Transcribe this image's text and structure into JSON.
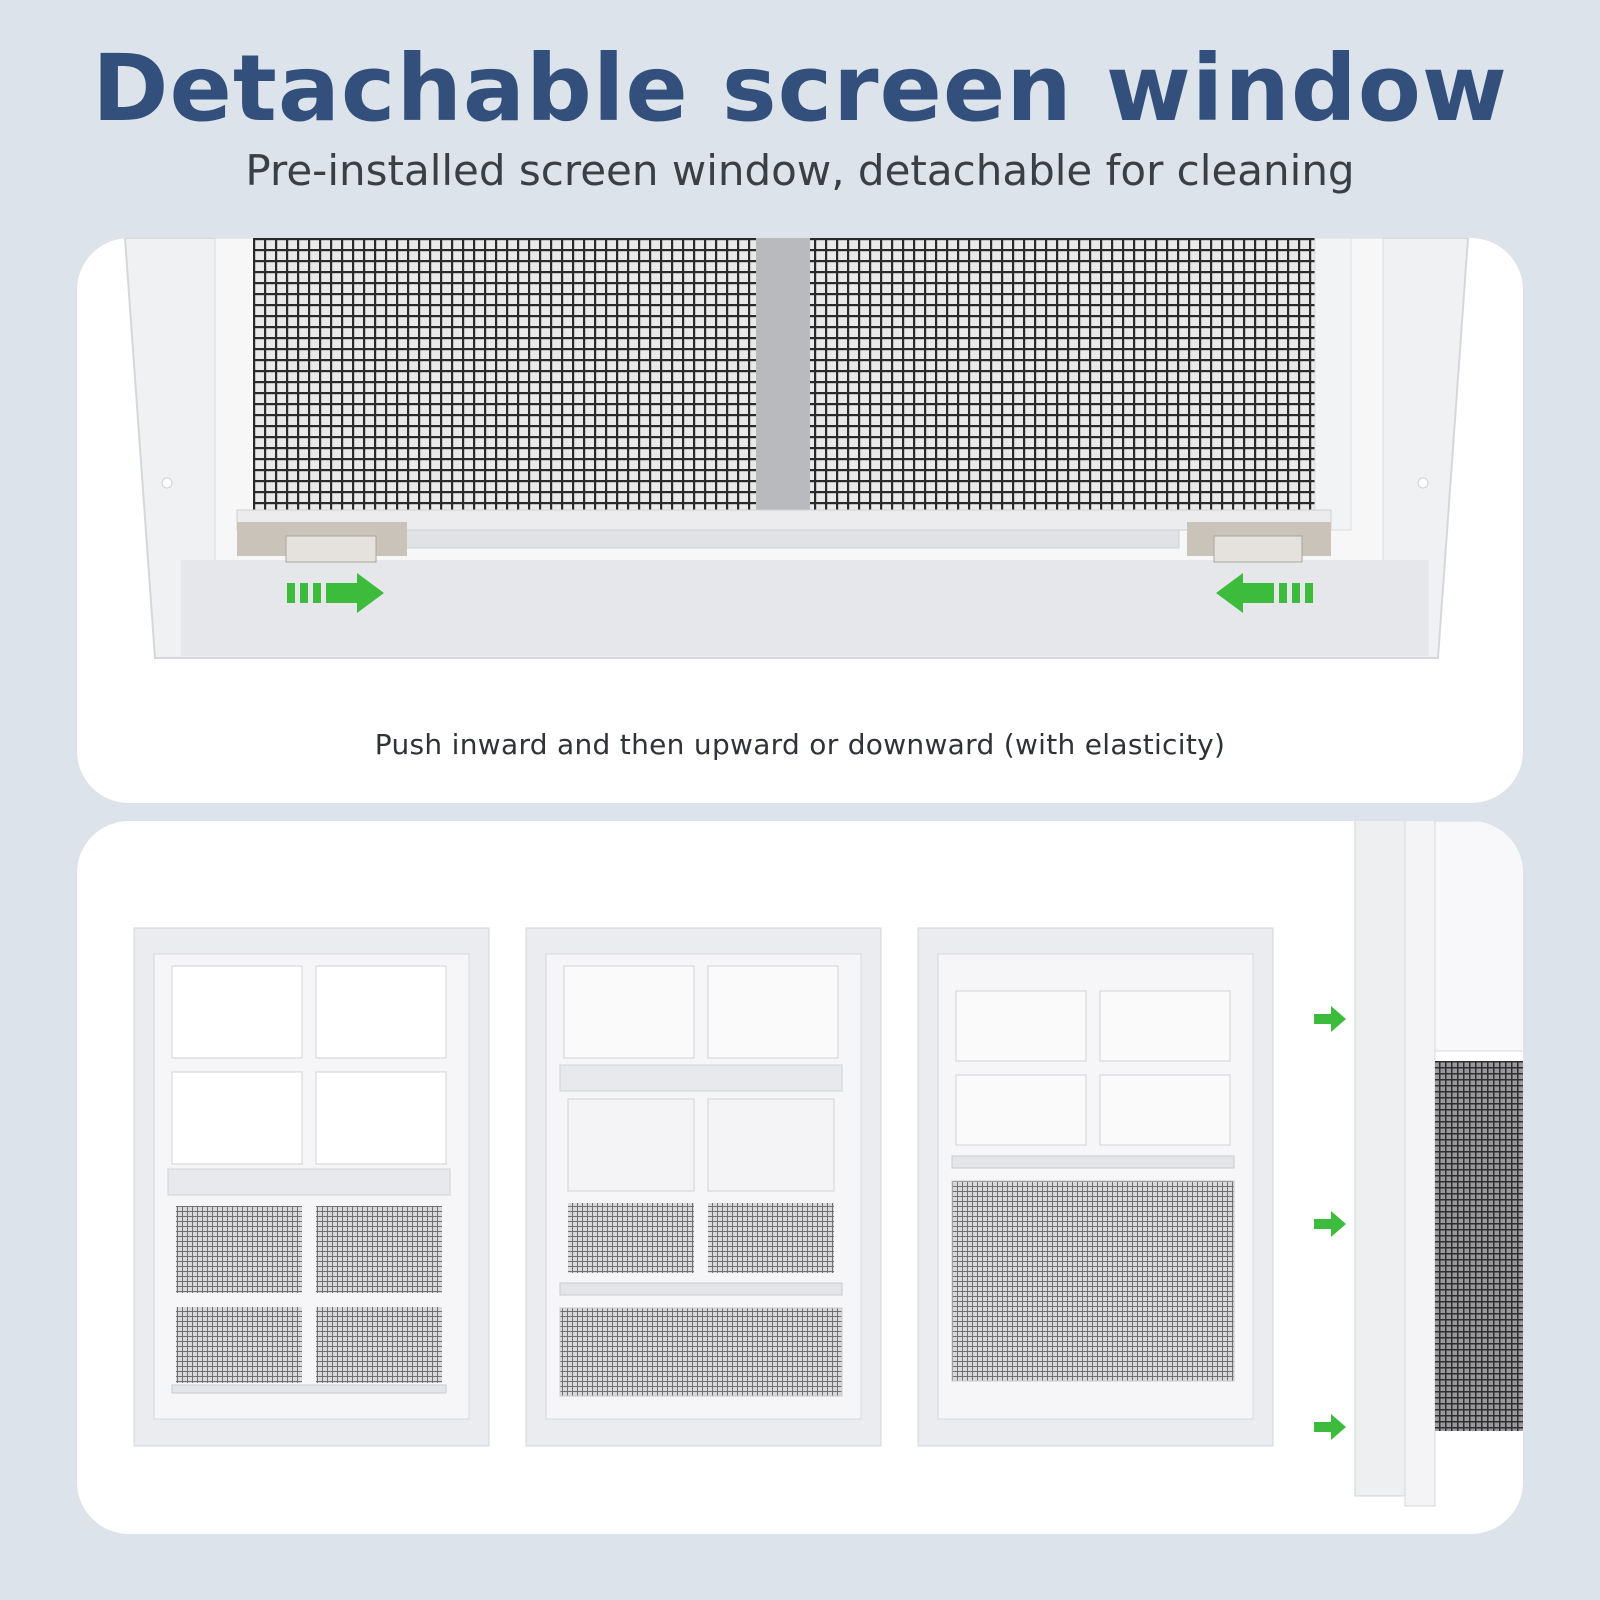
{
  "title": "Detachable screen window",
  "subtitle": "Pre-installed screen window, detachable for cleaning",
  "top_panel": {
    "caption": "Push inward and then upward or downward (with elasticity)",
    "arrows": [
      "right-arrow-icon",
      "left-arrow-icon"
    ]
  },
  "bottom_panel": {
    "windows": [
      "window-screen-full",
      "window-screen-lower",
      "window-screen-half"
    ],
    "side_arrows": [
      "right-arrow-icon",
      "right-arrow-icon",
      "right-arrow-icon"
    ]
  },
  "colors": {
    "background": "#dde3ea",
    "title": "#33507c",
    "arrow": "#3dbb3d",
    "panel": "#ffffff"
  }
}
